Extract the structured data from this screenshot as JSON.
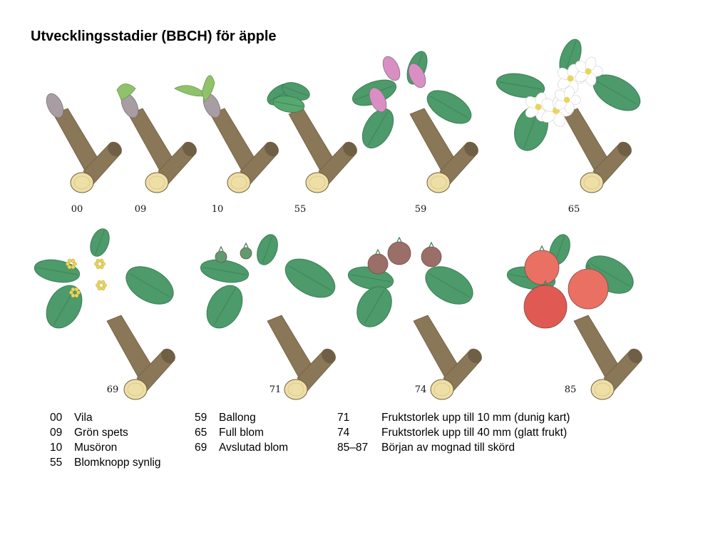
{
  "title": "Utvecklingsstadier (BBCH) för äpple",
  "colors": {
    "wood": "#8a7757",
    "wood_dark": "#6f5f44",
    "wood_cut": "#eedfa6",
    "bud_grey": "#a89da3",
    "leaf": "#4d9a6a",
    "leaf_dark": "#3c7f55",
    "leaf_light": "#8fc26a",
    "pink_bud": "#d98fc3",
    "flower": "#ffffff",
    "stamen": "#e9d55a",
    "fruit_small": "#9a6f68",
    "fruit_ripe": "#ea7064"
  },
  "stages": [
    {
      "code": "00",
      "state": "dormant"
    },
    {
      "code": "09",
      "state": "green-tip"
    },
    {
      "code": "10",
      "state": "mouse-ear"
    },
    {
      "code": "55",
      "state": "bud-visible"
    },
    {
      "code": "59",
      "state": "balloon"
    },
    {
      "code": "65",
      "state": "full-bloom"
    },
    {
      "code": "69",
      "state": "end-of-bloom"
    },
    {
      "code": "71",
      "state": "fruit-10mm"
    },
    {
      "code": "74",
      "state": "fruit-40mm"
    },
    {
      "code": "85",
      "state": "ripening"
    }
  ],
  "legend": [
    [
      {
        "code": "00",
        "desc": "Vila"
      },
      {
        "code": "09",
        "desc": "Grön spets"
      },
      {
        "code": "10",
        "desc": "Musöron"
      },
      {
        "code": "55",
        "desc": "Blomknopp synlig"
      }
    ],
    [
      {
        "code": "59",
        "desc": "Ballong"
      },
      {
        "code": "65",
        "desc": "Full blom"
      },
      {
        "code": "69",
        "desc": "Avslutad blom"
      }
    ],
    [
      {
        "code": "71",
        "desc": "Fruktstorlek upp till 10 mm (dunig kart)"
      },
      {
        "code": "74",
        "desc": "Fruktstorlek upp till 40 mm (glatt frukt)"
      },
      {
        "code": "85–87",
        "desc": "Början av mognad till skörd"
      }
    ]
  ]
}
